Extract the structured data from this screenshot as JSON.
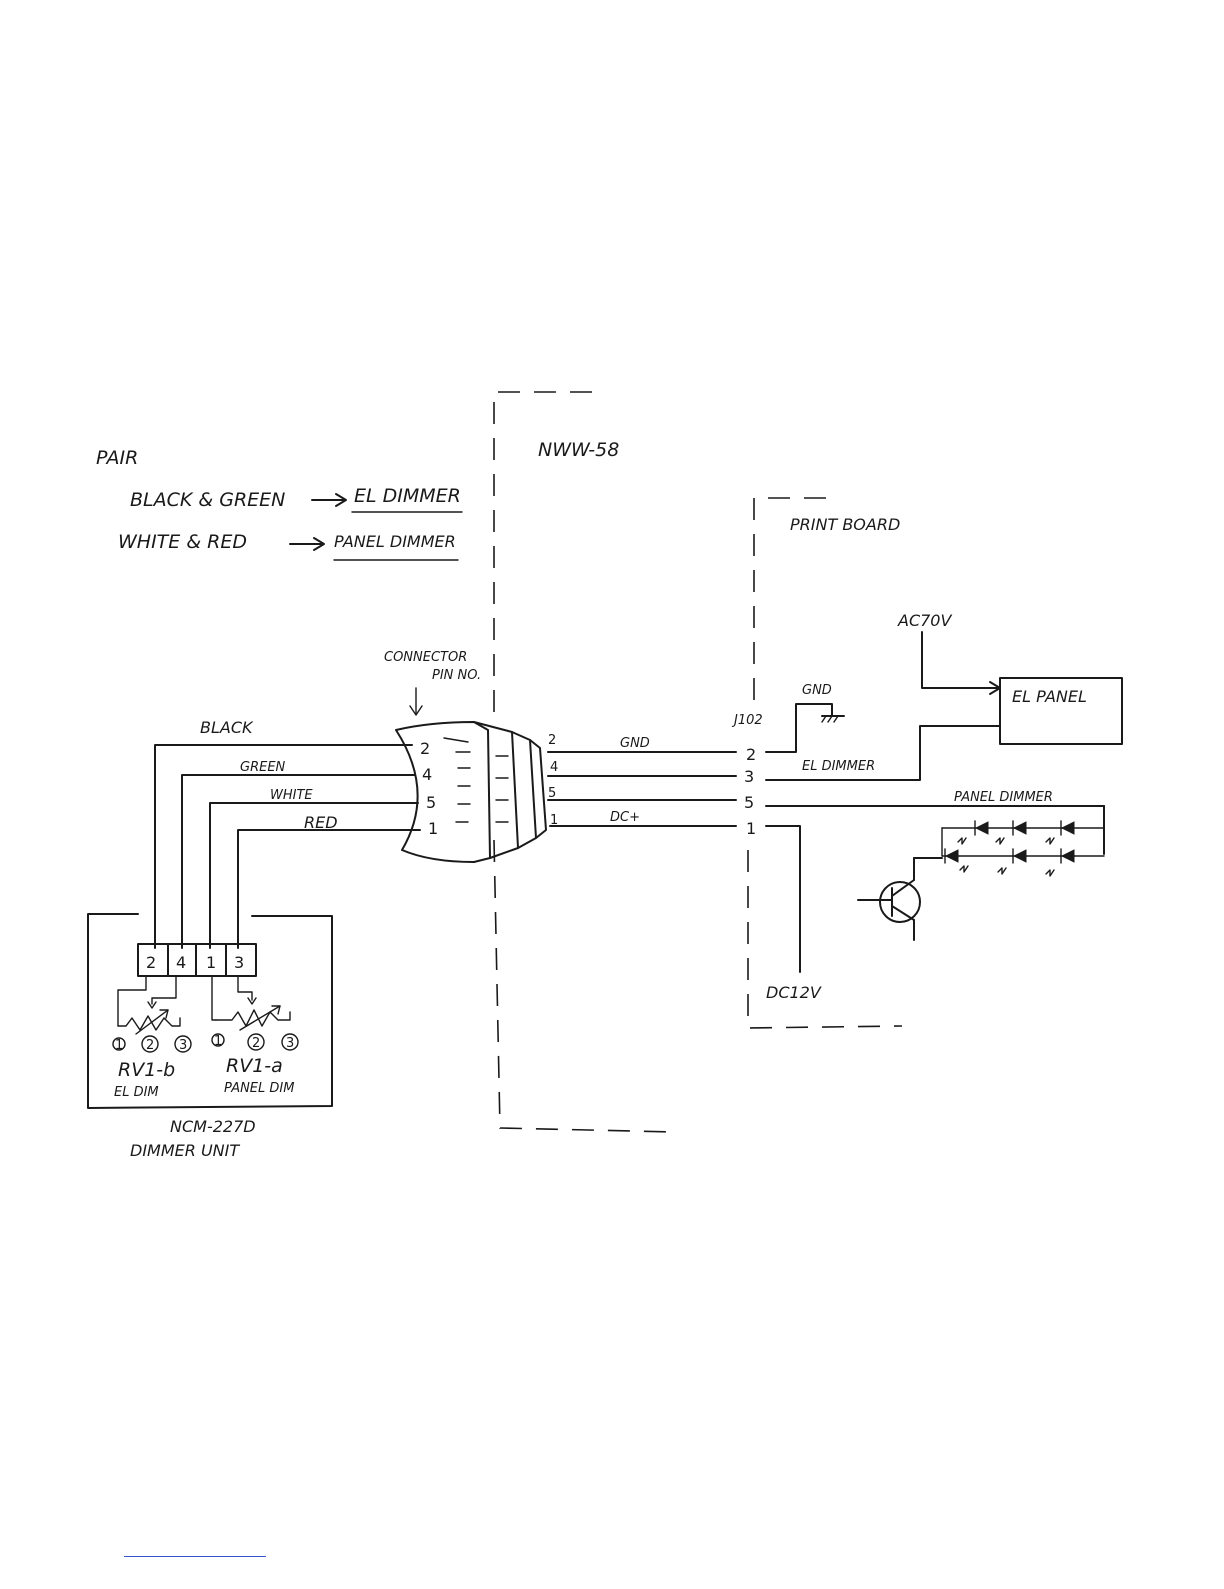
{
  "legend": {
    "title": "PAIR",
    "pair1_wires": "BLACK & GREEN",
    "pair1_target": "EL DIMMER",
    "pair2_wires": "WHITE & RED",
    "pair2_target": "PANEL DIMMER"
  },
  "enclosure_label": "NWW-58",
  "connector_label": "CONNECTOR",
  "connector_sublabel": "PIN NO.",
  "wires": {
    "black": "BLACK",
    "green": "GREEN",
    "white": "WHITE",
    "red": "RED"
  },
  "connector_pins": [
    "2",
    "4",
    "5",
    "1"
  ],
  "cable_pins": [
    "2",
    "4",
    "5",
    "1"
  ],
  "cable_signals": {
    "gnd": "GND",
    "dc": "DC+"
  },
  "print_board": {
    "title": "PRINT BOARD",
    "jack": "J102",
    "pins": [
      "2",
      "3",
      "5",
      "1"
    ],
    "gnd": "GND",
    "el_dimmer": "EL DIMMER",
    "panel_dimmer": "PANEL DIMMER",
    "ac_supply": "AC70V",
    "el_panel": "EL PANEL",
    "dc_supply": "DC12V"
  },
  "dimmer_unit": {
    "terminals": [
      "2",
      "4",
      "1",
      "3"
    ],
    "pot_b_pins": [
      "1",
      "2",
      "3"
    ],
    "pot_a_pins": [
      "1",
      "2",
      "3"
    ],
    "pot_b_name": "RV1-b",
    "pot_b_desc": "EL DIM",
    "pot_a_name": "RV1-a",
    "pot_a_desc": "PANEL DIM",
    "model": "NCM-227D",
    "name": "DIMMER UNIT"
  }
}
